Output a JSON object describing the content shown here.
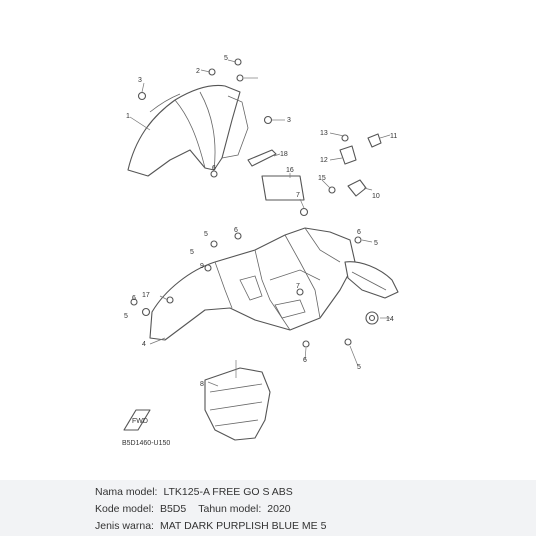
{
  "diagram": {
    "code": "B5D1460-U150",
    "fwd_label": "FWD",
    "callouts": [
      "1",
      "2",
      "3",
      "3",
      "4",
      "5",
      "5",
      "5",
      "5",
      "5",
      "5",
      "6",
      "6",
      "6",
      "6",
      "6",
      "7",
      "7",
      "8",
      "9",
      "10",
      "11",
      "12",
      "13",
      "14",
      "15",
      "16",
      "17",
      "18"
    ]
  },
  "info": {
    "model_name_label": "Nama model:",
    "model_name_value": "LTK125-A FREE GO S ABS",
    "model_code_label": "Kode model:",
    "model_code_value": "B5D5",
    "model_year_label": "Tahun model:",
    "model_year_value": "2020",
    "color_label": "Jenis warna:",
    "color_value": "MAT DARK PURPLISH BLUE ME 5"
  }
}
